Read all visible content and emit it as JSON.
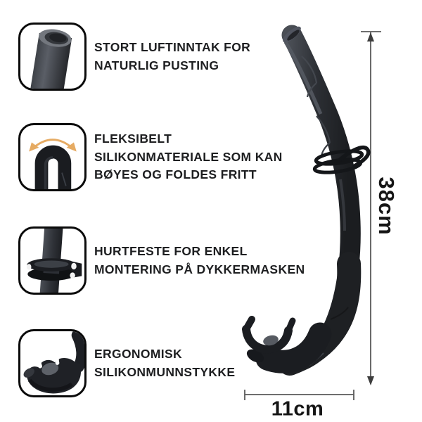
{
  "features": [
    {
      "image": "snorkel-top-opening-photo",
      "lines": [
        "STORT LUFTINNTAK FOR",
        "NATURLIG PUSTING"
      ]
    },
    {
      "image": "bent-silicone-tube-photo",
      "icon": "curved-double-arrow",
      "lines": [
        "FLEKSIBELT",
        "SILIKONMATERIALE SOM KAN",
        "BØYES OG FOLDES FRITT"
      ]
    },
    {
      "image": "mask-clip-photo",
      "lines": [
        "HURTFESTE FOR ENKEL",
        "MONTERING PÅ DYKKERMASKEN"
      ]
    },
    {
      "image": "silicone-mouthpiece-photo",
      "lines": [
        "ERGONOMISK",
        "SILIKONMUNNSTYKKE"
      ]
    }
  ],
  "dimensions": {
    "height_label": "38cm",
    "width_label": "11cm"
  },
  "colors": {
    "background": "#ffffff",
    "text": "#1e1f21",
    "tube_dark": "#1d1f23",
    "tube_mid": "#2e3136",
    "tube_light": "#4d5158",
    "flex_arrow_accent": "#e6ab63",
    "dimension_line": "#5a5a5a",
    "dimension_arrow": "#3d3d3d",
    "thumb_border": "#0b0b0b"
  }
}
